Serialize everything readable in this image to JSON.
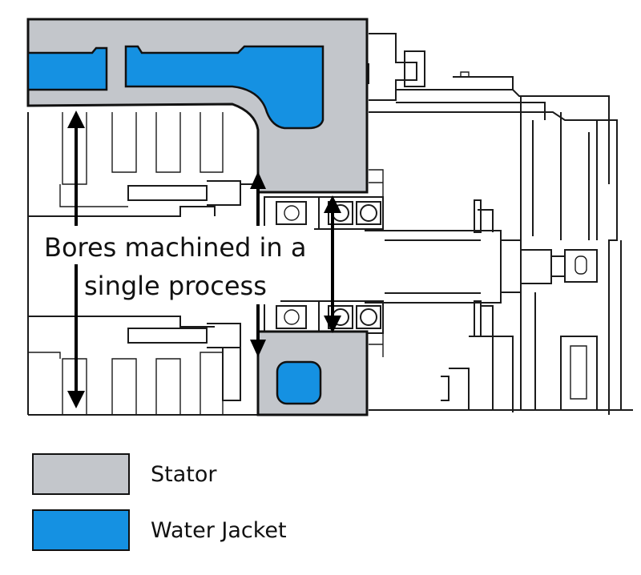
{
  "colors": {
    "stator": "#c3c6cb",
    "water_jacket": "#1591e2",
    "line": "#1b1b1b",
    "background": "#ffffff"
  },
  "callout": {
    "line1": "Bores machined in a",
    "line2": "single process"
  },
  "legend": {
    "stator_label": "Stator",
    "water_jacket_label": "Water Jacket"
  }
}
